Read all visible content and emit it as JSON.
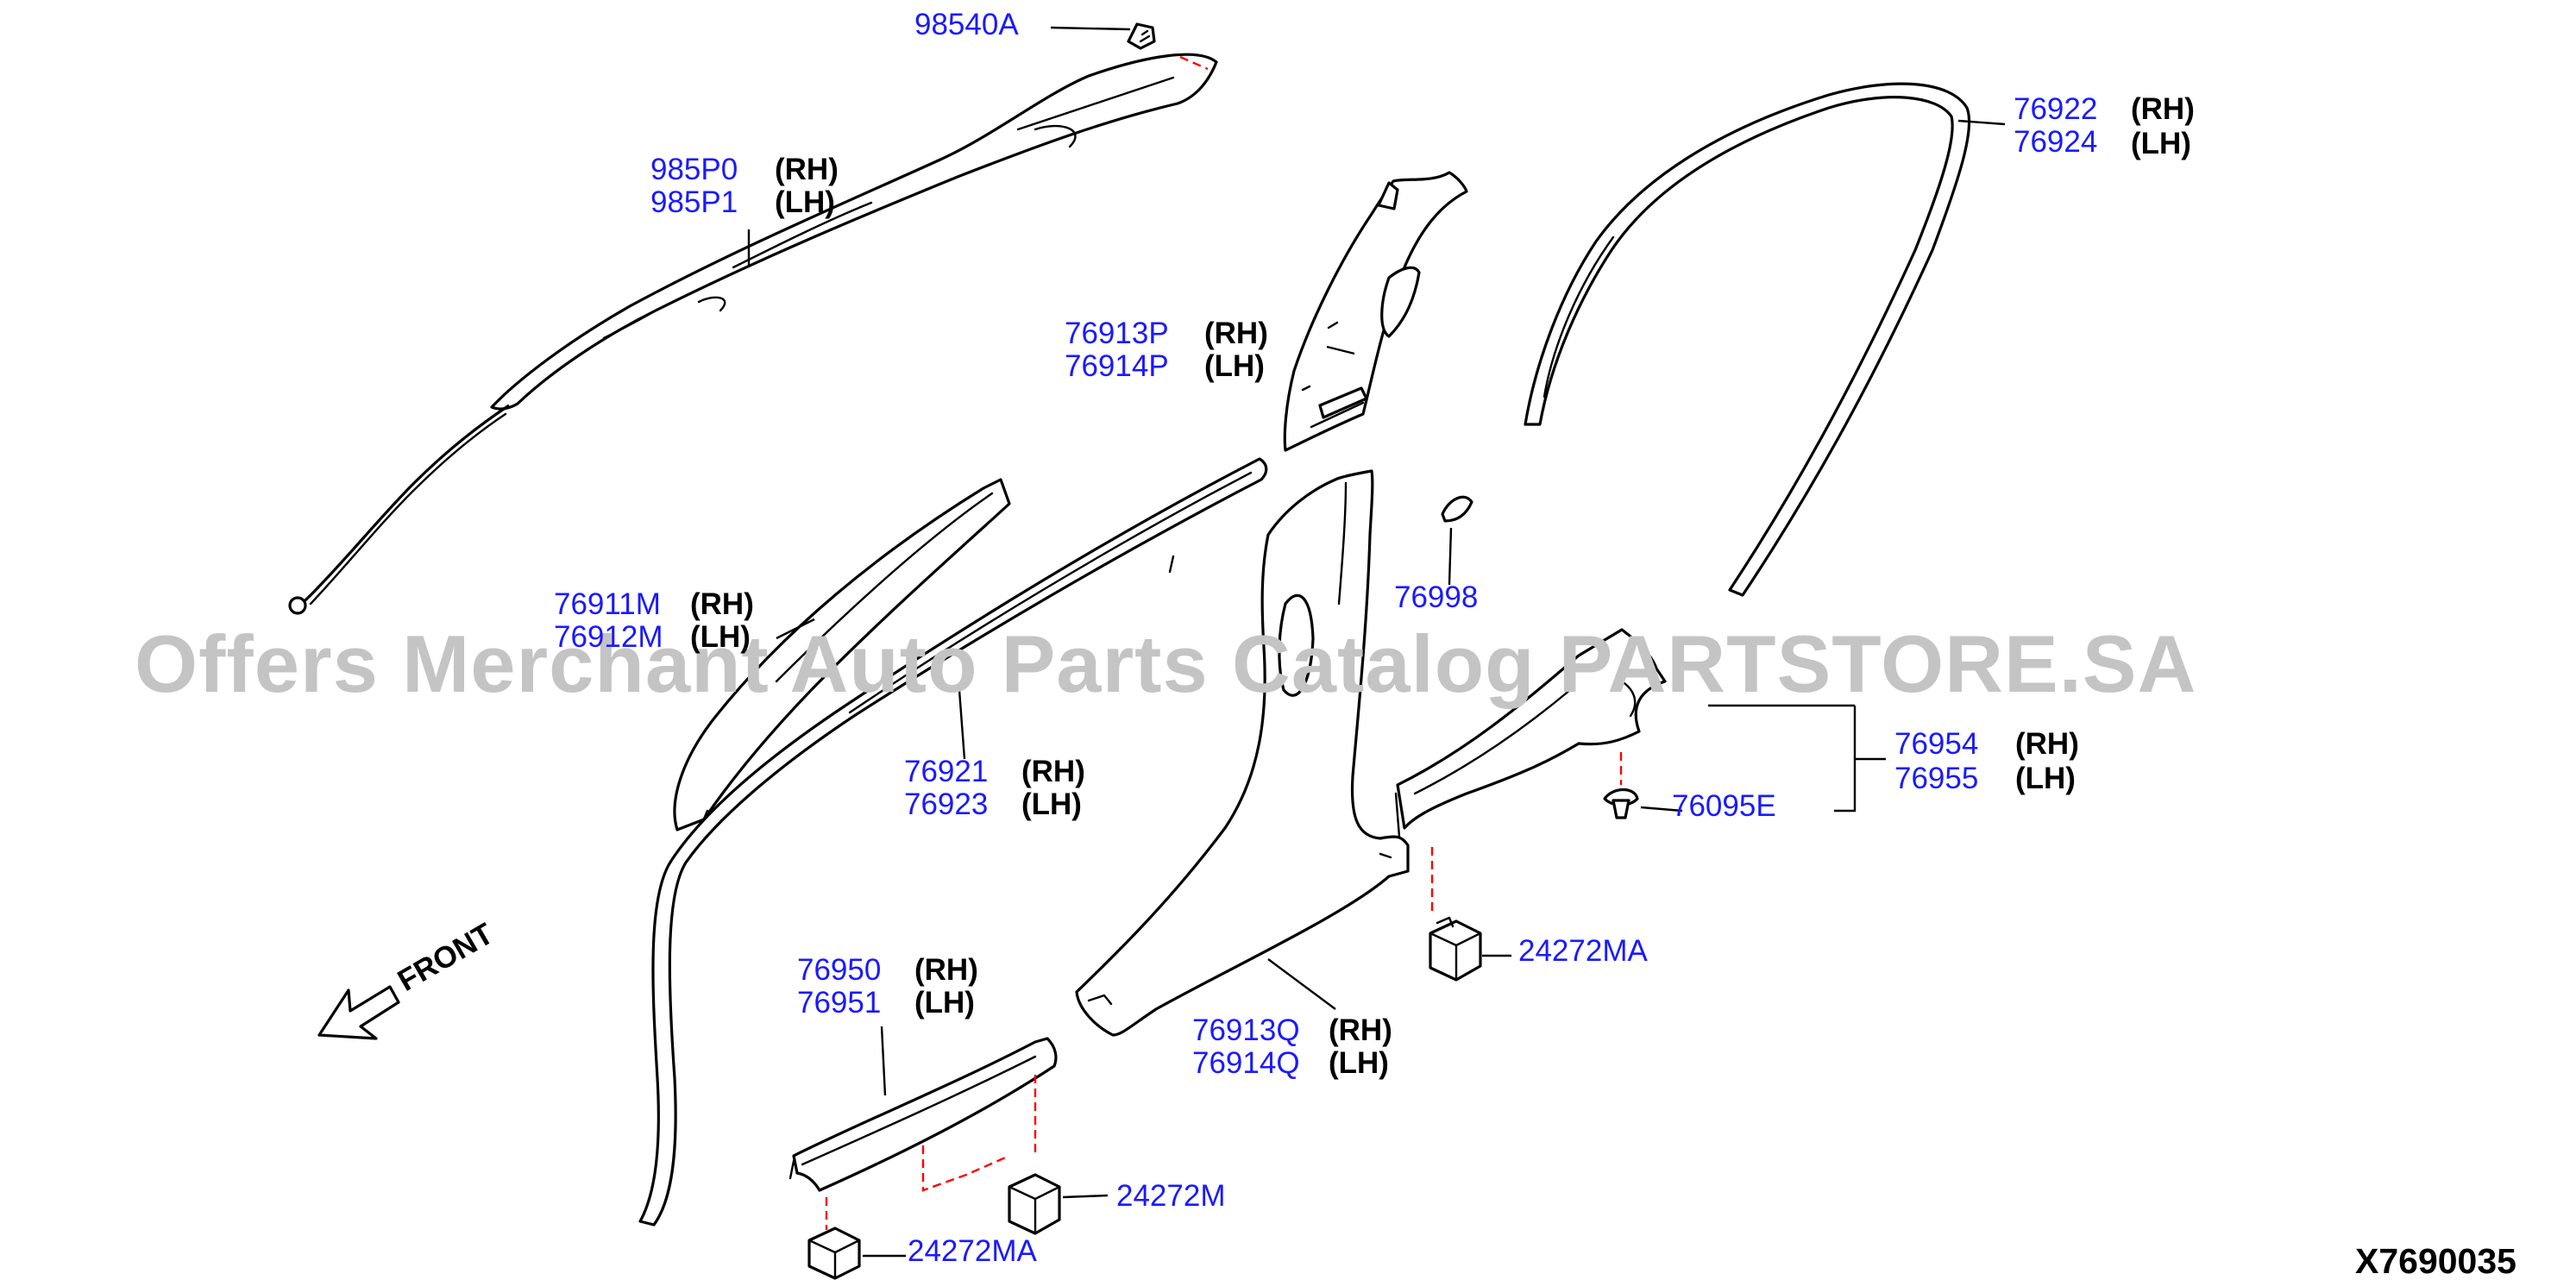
{
  "diagram": {
    "watermark": "Offers Merchant Auto Parts Catalog PARTSTORE.SA",
    "diagram_code": "X7690035",
    "front_label": "FRONT",
    "callouts": {
      "c98540A": {
        "pn": "98540A"
      },
      "c985P": {
        "pn1": "985P0",
        "side1": "(RH)",
        "pn2": "985P1",
        "side2": "(LH)"
      },
      "c76913P": {
        "pn1": "76913P",
        "side1": "(RH)",
        "pn2": "76914P",
        "side2": "(LH)"
      },
      "c76922": {
        "pn1": "76922",
        "side1": "(RH)",
        "pn2": "76924",
        "side2": "(LH)"
      },
      "c76998": {
        "pn": "76998"
      },
      "c76911M": {
        "pn1": "76911M",
        "side1": "(RH)",
        "pn2": "76912M",
        "side2": "(LH)"
      },
      "c76921": {
        "pn1": "76921",
        "side1": "(RH)",
        "pn2": "76923",
        "side2": "(LH)"
      },
      "c76954": {
        "pn1": "76954",
        "side1": "(RH)",
        "pn2": "76955",
        "side2": "(LH)"
      },
      "c76095E": {
        "pn": "76095E"
      },
      "c24272MA_r": {
        "pn": "24272MA"
      },
      "c76950": {
        "pn1": "76950",
        "side1": "(RH)",
        "pn2": "76951",
        "side2": "(LH)"
      },
      "c76913Q": {
        "pn1": "76913Q",
        "side1": "(RH)",
        "pn2": "76914Q",
        "side2": "(LH)"
      },
      "c24272M": {
        "pn": "24272M"
      },
      "c24272MA_b": {
        "pn": "24272MA"
      }
    }
  },
  "colors": {
    "part_number": "#1a1aff",
    "side_label": "#000000",
    "leader_line": "#000000",
    "fastener_line": "#ff0000",
    "watermark": "#c4c4c4"
  }
}
